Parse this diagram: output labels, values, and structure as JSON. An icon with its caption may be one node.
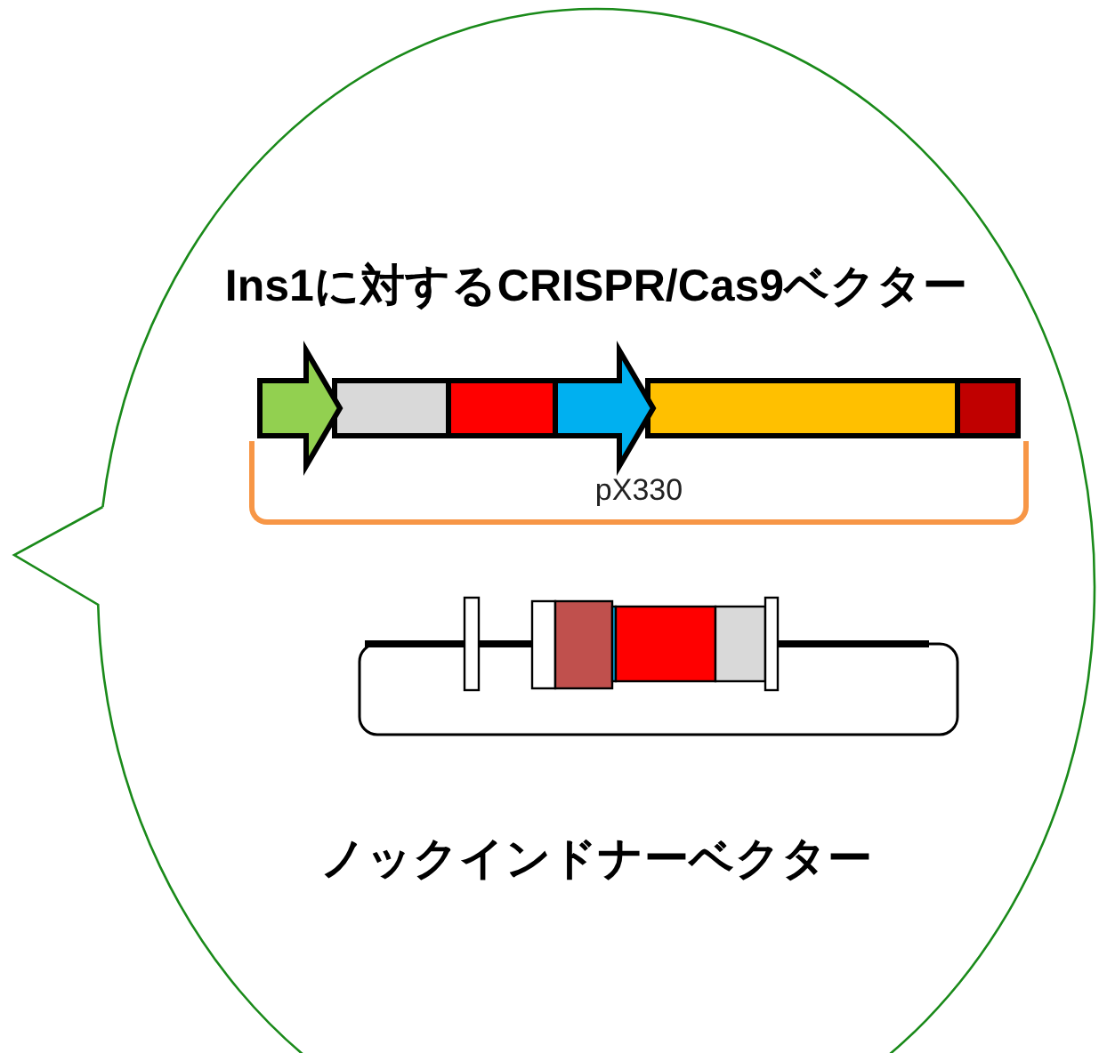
{
  "diagram": {
    "nodes": [
      {
        "text": [
          "pX330"
        ]
      }
    ],
    "labels": [
      "Ins1に対するCRISPR/Cas9ベクター",
      "ノックインドナーベクター"
    ]
  }
}
